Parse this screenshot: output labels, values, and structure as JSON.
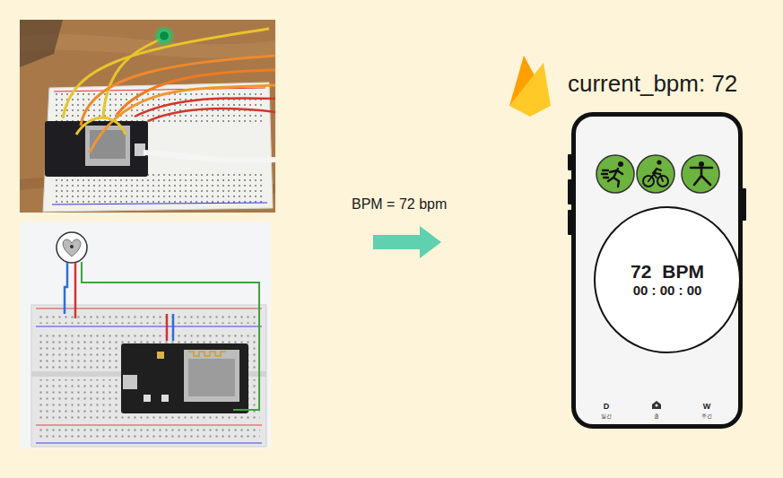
{
  "diagram": {
    "nodes": [
      {
        "text": [
          "D",
          "일간",
          "홈",
          "W",
          "주간"
        ]
      },
      {
        "text": [
          "72 BPM",
          "00 : 00 : 00"
        ],
        "in": 0
      }
    ],
    "labels": [
      "current_bpm: 72",
      "BPM = 72 bpm"
    ]
  }
}
